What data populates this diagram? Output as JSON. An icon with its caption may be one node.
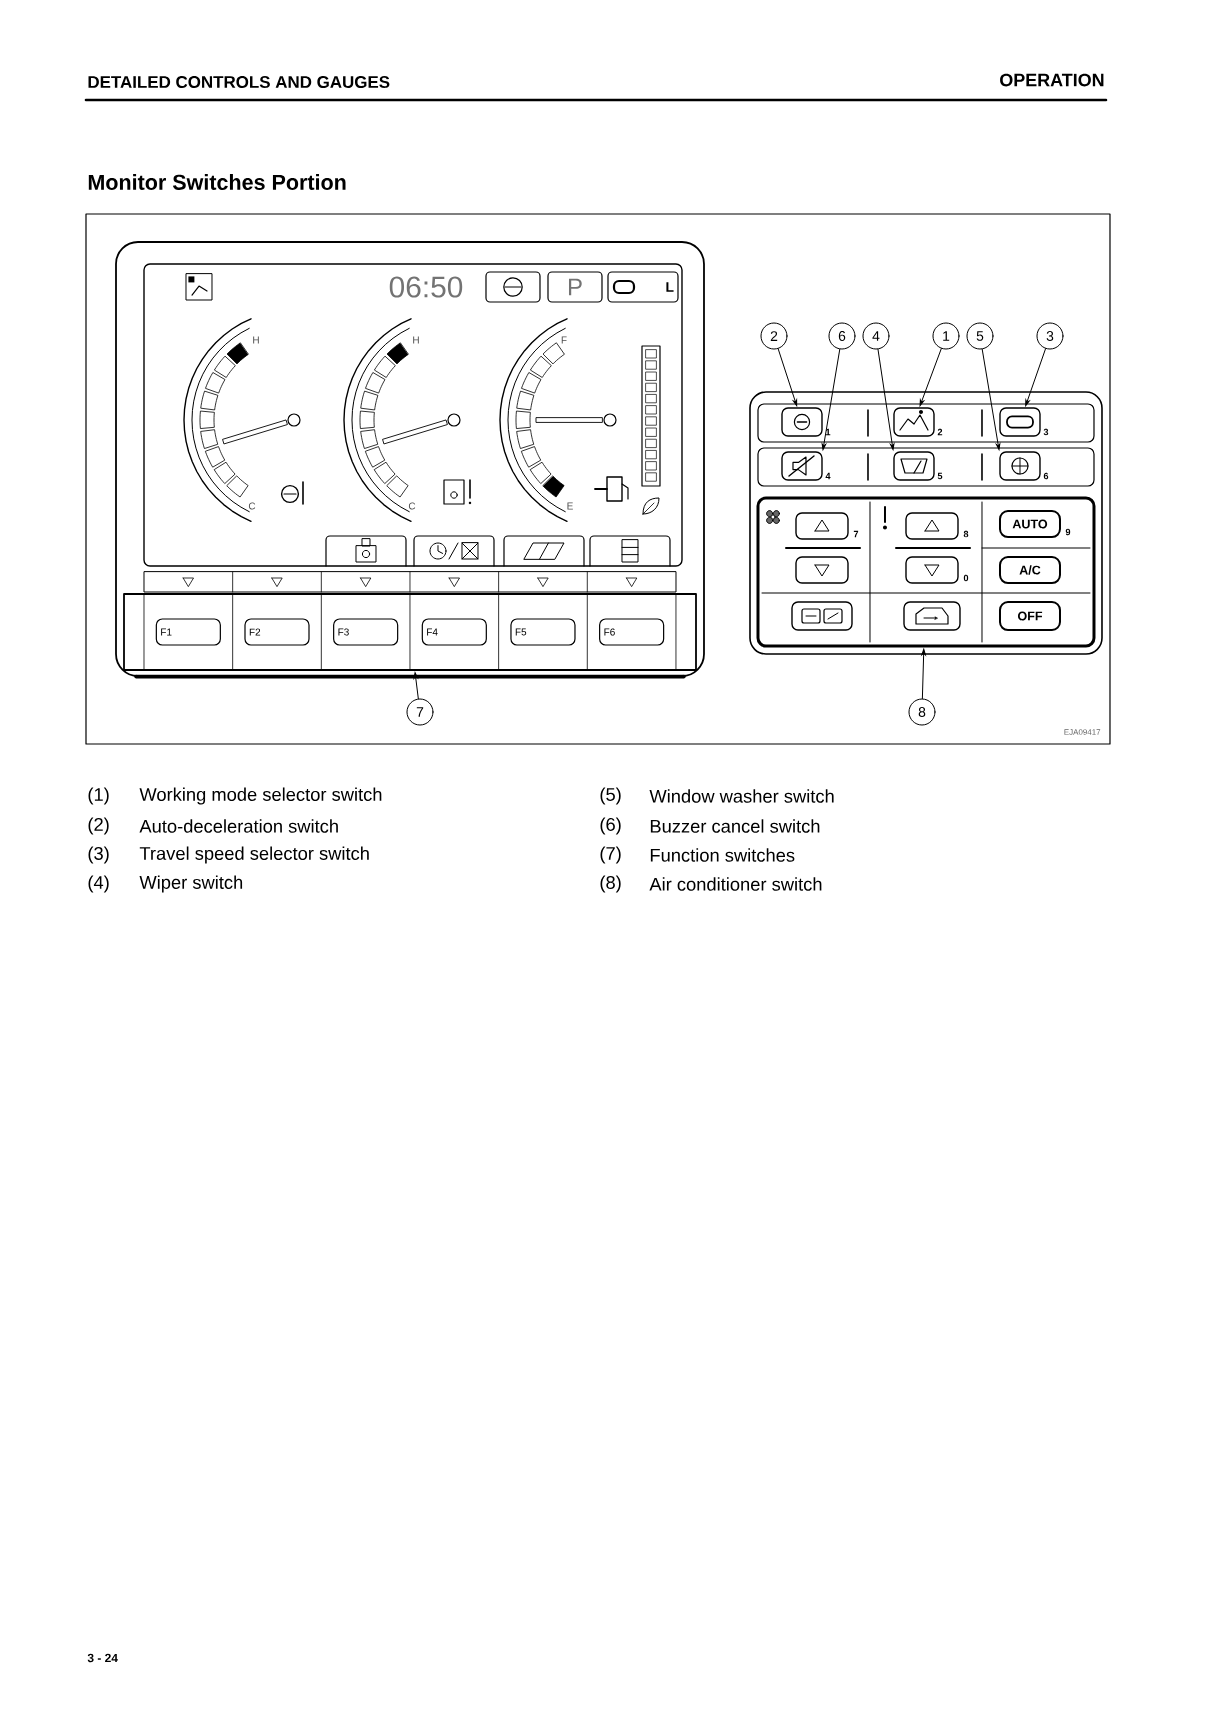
{
  "diagram": {
    "title": "Monitor Switches Portion",
    "nodes": [
      {
        "text": [
          "P"
        ]
      },
      {
        "text": [
          "L"
        ]
      },
      {
        "text": [],
        "shape": "box"
      },
      {
        "text": [
          "F1"
        ],
        "in": 2
      },
      {
        "text": [
          "F2"
        ],
        "in": 2
      },
      {
        "text": [
          "F3"
        ],
        "in": 2
      },
      {
        "text": [
          "F4"
        ],
        "in": 2
      },
      {
        "text": [
          "F5"
        ],
        "in": 2
      },
      {
        "text": [
          "F6"
        ],
        "in": 2
      },
      {
        "text": [],
        "shape": "box",
        "beside": [
          "1"
        ]
      },
      {
        "text": [],
        "shape": "box",
        "beside": [
          "2"
        ]
      },
      {
        "text": [],
        "shape": "box",
        "beside": [
          "3"
        ]
      },
      {
        "text": [],
        "shape": "box",
        "beside": [
          "4"
        ]
      },
      {
        "text": [],
        "shape": "box",
        "beside": [
          "5"
        ]
      },
      {
        "text": [],
        "shape": "box",
        "beside": [
          "6"
        ]
      },
      {
        "text": [],
        "shape": "box"
      },
      {
        "text": [],
        "shape": "box",
        "in": 15,
        "beside": [
          "7"
        ]
      },
      {
        "text": [],
        "shape": "box",
        "in": 15,
        "beside": [
          "8"
        ]
      },
      {
        "text": [
          "AUTO"
        ],
        "in": 15,
        "beside": [
          "9"
        ]
      },
      {
        "text": [],
        "shape": "box",
        "in": 15
      },
      {
        "text": [],
        "shape": "box",
        "in": 15,
        "beside": [
          "0"
        ]
      },
      {
        "text": [
          "A/C"
        ],
        "in": 15
      },
      {
        "text": [],
        "shape": "box",
        "in": 15
      },
      {
        "text": [],
        "shape": "box",
        "in": 15
      },
      {
        "text": [
          "OFF"
        ],
        "in": 15
      },
      {
        "text": [
          "2"
        ]
      },
      {
        "text": [
          "6"
        ]
      },
      {
        "text": [
          "4"
        ]
      },
      {
        "text": [
          "1"
        ]
      },
      {
        "text": [
          "5"
        ]
      },
      {
        "text": [
          "3"
        ]
      },
      {
        "text": [
          "7"
        ]
      },
      {
        "text": [
          "8"
        ]
      }
    ],
    "edges": [
      {
        "from": 28,
        "to": 10,
        "arrow": "to"
      },
      {
        "from": 25,
        "to": 9,
        "arrow": "to"
      },
      {
        "from": 30,
        "to": 11,
        "arrow": "to"
      },
      {
        "from": 27,
        "to": 13,
        "arrow": "to"
      },
      {
        "from": 29,
        "to": 14,
        "arrow": "to"
      },
      {
        "from": 26,
        "to": 12,
        "arrow": "to"
      },
      {
        "from": 31,
        "to": 2,
        "arrow": "to"
      },
      {
        "from": 32,
        "to": 15,
        "arrow": "to"
      }
    ],
    "labels": [
      "DETAILED CONTROLS AND GAUGES",
      "OPERATION",
      "06:50",
      "H",
      "C",
      "H",
      "C",
      "F",
      "E",
      "EJA09417",
      "(1)",
      "Working mode selector switch",
      "(2)",
      "Auto-deceleration switch",
      "(3)",
      "Travel speed selector switch",
      "(4)",
      "Wiper switch",
      "(5)",
      "Window washer switch",
      "(6)",
      "Buzzer cancel switch",
      "(7)",
      "Function switches",
      "(8)",
      "Air conditioner switch",
      "3 - 24"
    ]
  }
}
